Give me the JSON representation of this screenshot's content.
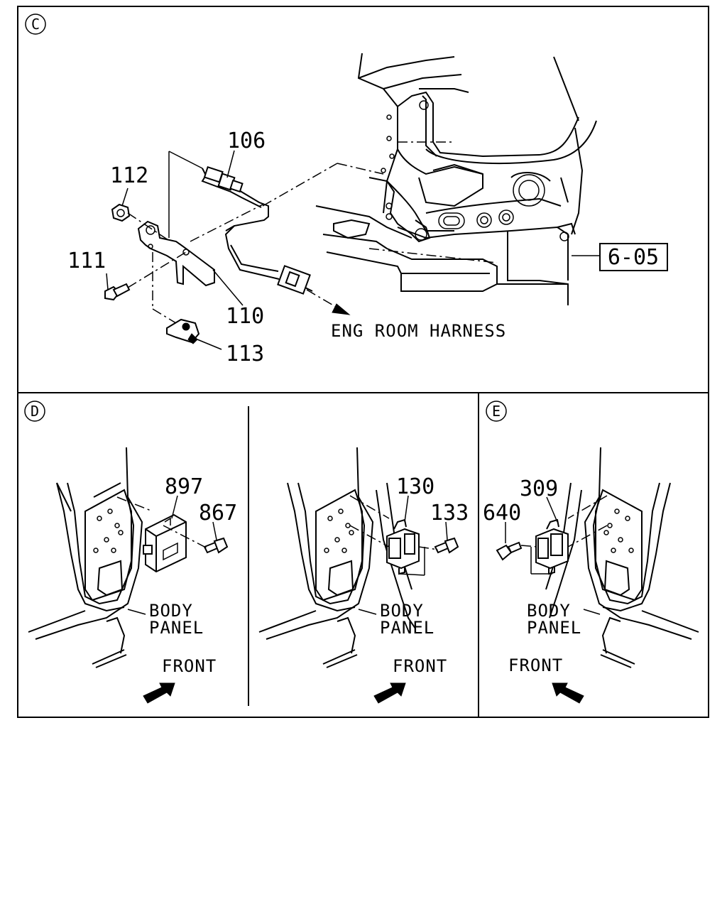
{
  "sections": {
    "c": {
      "marker": "C",
      "labels": {
        "p106": "106",
        "p112": "112",
        "p111": "111",
        "p110": "110",
        "p113": "113",
        "harness": "ENG ROOM HARNESS",
        "ref": "6-05"
      }
    },
    "d": {
      "marker": "D",
      "labels": {
        "p897": "897",
        "p867": "867",
        "body1": "BODY",
        "body2": "PANEL",
        "front": "FRONT"
      }
    },
    "mid": {
      "labels": {
        "p130": "130",
        "p133": "133",
        "body1": "BODY",
        "body2": "PANEL",
        "front": "FRONT"
      }
    },
    "e": {
      "marker": "E",
      "labels": {
        "p309": "309",
        "p640": "640",
        "body1": "BODY",
        "body2": "PANEL",
        "front": "FRONT"
      }
    }
  }
}
